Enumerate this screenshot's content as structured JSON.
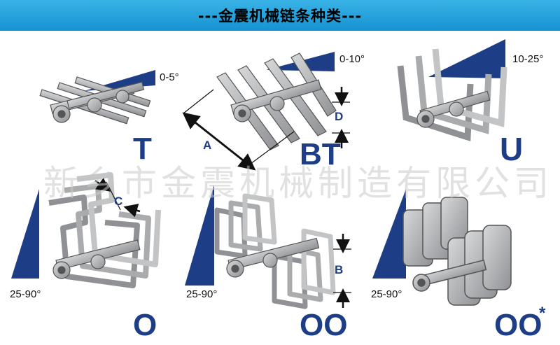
{
  "header": {
    "title": "---金震机械链条种类---"
  },
  "watermark": {
    "text": "新乡市金震机械制造有限公司"
  },
  "types": {
    "t": {
      "label": "T",
      "angle": "0-5°"
    },
    "bt": {
      "label": "BT",
      "angle": "0-10°",
      "dim_a": "A",
      "dim_d": "D"
    },
    "u": {
      "label": "U",
      "angle": "10-25°"
    },
    "o": {
      "label": "O",
      "angle": "25-90°",
      "dim_c": "C"
    },
    "oo": {
      "label": "OO",
      "angle": "25-90°",
      "dim_b": "B"
    },
    "oo_star": {
      "label": "OO",
      "mark": "*",
      "angle": "25-90°"
    }
  },
  "colors": {
    "header_bg": "#1a9ad8",
    "navy": "#1d3e86",
    "steel": "#a9abad"
  }
}
